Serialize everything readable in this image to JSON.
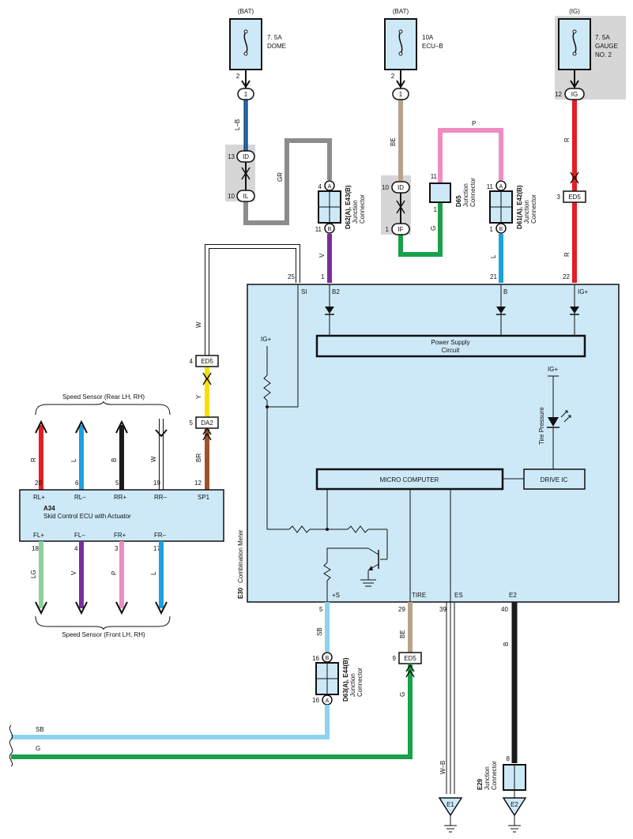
{
  "fuses": {
    "dome": {
      "source": "(BAT)",
      "rating": "7. 5A",
      "name": "DOME",
      "pin": "2"
    },
    "ecub": {
      "source": "(BAT)",
      "rating": "10A",
      "name": "ECU–B",
      "pin": "2"
    },
    "gauge": {
      "source": "(IG)",
      "rating": "7. 5A",
      "name1": "GAUGE",
      "name2": "NO. 2"
    }
  },
  "connectors": {
    "c1_dome": "1",
    "c1_ecub": "1",
    "ig": "IG",
    "ig_pin": "12",
    "id_left": "ID",
    "id_left_pin": "13",
    "il": "IL",
    "il_pin": "10",
    "id_mid": "ID",
    "id_mid_pin": "10",
    "if": "IF",
    "if_pin": "1",
    "ed5_top": "ED5",
    "ed5_top_pin": "3",
    "ed5_left": "ED5",
    "ed5_left_pin": "4",
    "da2": "DA2",
    "da2_pin": "5",
    "ed5_bottom": "ED5",
    "ed5_bottom_pin": "9"
  },
  "junctions": {
    "d62": {
      "code": "D62(A), E43(B)",
      "l1": "Junction",
      "l2": "Connector",
      "pinA": "4",
      "pinB": "11",
      "labA": "A",
      "labB": "B"
    },
    "d65": {
      "code": "D65",
      "l1": "Junction",
      "l2": "Connector",
      "pin11": "11",
      "pin1": "1"
    },
    "d61": {
      "code": "D61(A), E42(B)",
      "l1": "Junction",
      "l2": "Connector",
      "pinA": "11",
      "pinB": "1",
      "labA": "A",
      "labB": "B"
    },
    "d63": {
      "code": "D63(A), E44(B)",
      "l1": "Junction",
      "l2": "Connector",
      "pinB": "16",
      "pinA": "16",
      "labA": "A",
      "labB": "B"
    },
    "e29": {
      "code": "E29",
      "l1": "Junction",
      "l2": "Connector",
      "pin": "8"
    }
  },
  "wires": {
    "lb": "L–B",
    "gr": "GR",
    "be": "BE",
    "p": "P",
    "g": "G",
    "r1": "R",
    "r2": "R",
    "v": "V",
    "l": "L",
    "w": "W",
    "y": "Y",
    "br": "BR",
    "sb": "SB",
    "be2": "BE",
    "g2": "G",
    "b": "B",
    "wb": "W–B",
    "sb_bottom": "SB",
    "g_bottom": "G"
  },
  "meter": {
    "code": "E30",
    "name": "Combination Meter",
    "top_pins": {
      "si_num": "25",
      "si": "SI",
      "b2_num": "1",
      "b2": "B2",
      "b_num": "21",
      "b": "B",
      "igp_num": "22",
      "igp": "IG+"
    },
    "power_supply_1": "Power Supply",
    "power_supply_2": "Circuit",
    "ig_left": "IG+",
    "ig_right": "IG+",
    "tire_pressure": "Tire Pressure",
    "micro": "MICRO COMPUTER",
    "drive": "DRIVE IC",
    "bottom_pins": {
      "s_num": "5",
      "s": "+S",
      "tire_num": "29",
      "tire": "TIRE",
      "es_num": "39",
      "es": "ES",
      "e2_num": "40",
      "e2": "E2"
    }
  },
  "ecu": {
    "code": "A34",
    "name": "Skid Control ECU with Actuator",
    "rear_title": "Speed Sensor (Rear LH,  RH)",
    "front_title": "Speed Sensor (Front LH,  RH)",
    "top_pins": [
      {
        "num": "20",
        "label": "RL+",
        "wire": "R"
      },
      {
        "num": "6",
        "label": "RL–",
        "wire": "L"
      },
      {
        "num": "5",
        "label": "RR+",
        "wire": "B"
      },
      {
        "num": "19",
        "label": "RR–",
        "wire": "W"
      },
      {
        "num": "12",
        "label": "SP1",
        "wire": ""
      }
    ],
    "bottom_pins": [
      {
        "num": "18",
        "label": "FL+",
        "wire": "LG"
      },
      {
        "num": "4",
        "label": "FL–",
        "wire": "V"
      },
      {
        "num": "3",
        "label": "FR+",
        "wire": "P"
      },
      {
        "num": "17",
        "label": "FR–",
        "wire": "L"
      }
    ]
  },
  "grounds": {
    "e1": "E1",
    "e2": "E2"
  },
  "colors": {
    "lb": "#1a73d9",
    "gr": "#8c8c8c",
    "be": "#b8a28a",
    "p": "#ef8cc0",
    "g": "#18a04a",
    "r": "#e31e24",
    "v": "#7a2e9c",
    "l": "#1ba1e2",
    "y": "#f7e000",
    "br": "#9b5428",
    "sb": "#8dd3f0",
    "b": "#1b1b1b",
    "lg": "#8fd19e",
    "meter_fill": "#cde9f8",
    "grey_box": "#d4d4d4"
  }
}
